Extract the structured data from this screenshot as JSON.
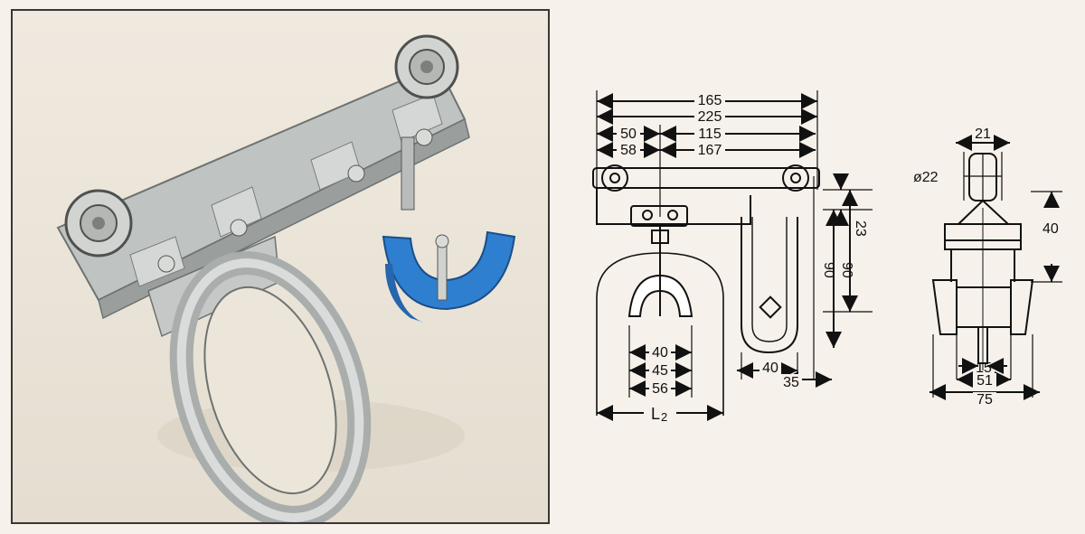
{
  "colors": {
    "background": "#f6f1ea",
    "line": "#111111",
    "metal": "#c9ccc9",
    "isolator": "#2f7fd0"
  },
  "front_view": {
    "dims_top": [
      "165",
      "225"
    ],
    "dims_upper": [
      "50",
      "115"
    ],
    "dims_lower": [
      "58",
      "167"
    ],
    "dims_jaw": [
      "40",
      "45",
      "56"
    ],
    "dim_l2_main": "L",
    "dim_l2_sub": "2"
  },
  "side_view": {
    "dim_23": "23",
    "dim_90a": "90",
    "dim_90b": "90",
    "dim_40": "40",
    "dim_35": "35"
  },
  "end_view": {
    "dim_21": "21",
    "dim_d22": "ø22",
    "dim_40": "40",
    "dim_15": "15",
    "dim_51": "51",
    "dim_75": "75"
  }
}
